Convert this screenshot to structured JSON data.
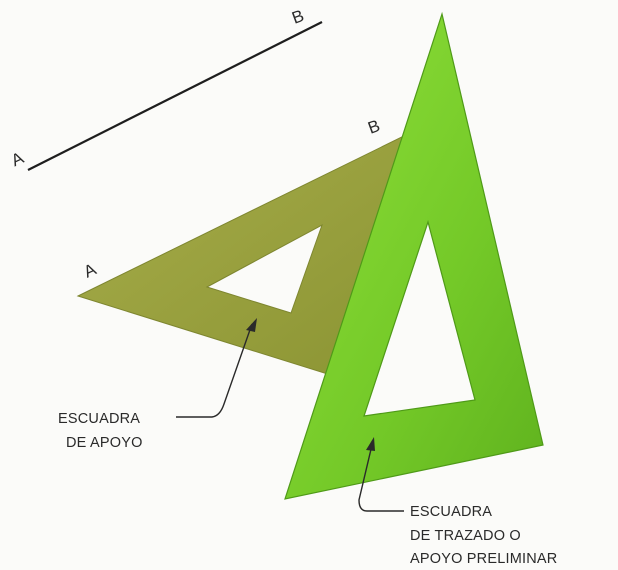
{
  "diagram": {
    "line_ab": {
      "label_a": "A",
      "label_b": "B"
    },
    "support_square": {
      "label_a": "A",
      "label_b": "B",
      "callout_line1": "ESCUADRA",
      "callout_line2": "DE APOYO",
      "color": "#9aa23e"
    },
    "drawing_square": {
      "callout_line1": "ESCUADRA",
      "callout_line2": "DE TRAZADO O",
      "callout_line3": "APOYO PRELIMINAR",
      "color": "#7ed12a"
    }
  }
}
